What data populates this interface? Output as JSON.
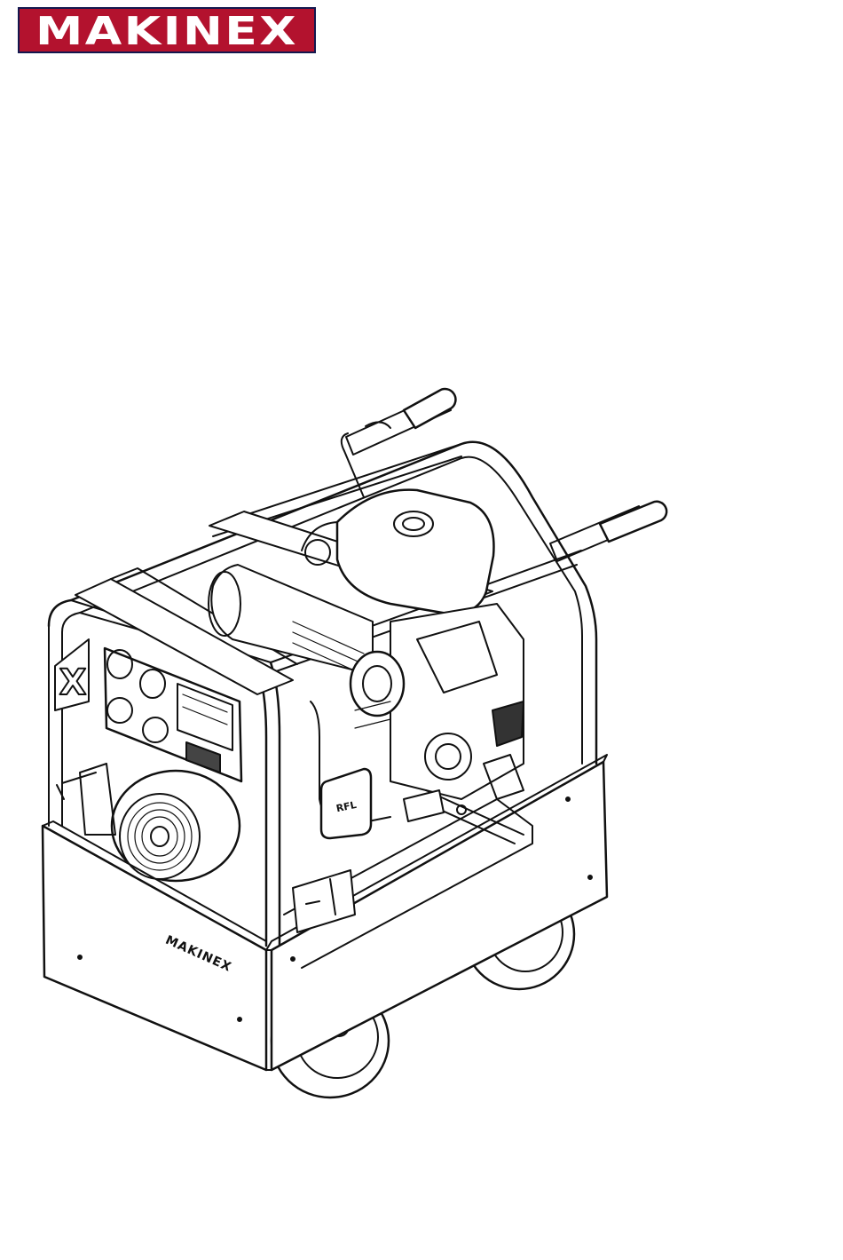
{
  "brand": {
    "logo_text": "MAKINEX",
    "colors": {
      "logo_red": "#b3122e",
      "logo_navy": "#13184f",
      "logo_text": "#ffffff",
      "line": "#111111"
    }
  },
  "illustration": {
    "panel_brand": "MAKINEX",
    "engine_badge": "RFL",
    "frame_mark": "X"
  }
}
